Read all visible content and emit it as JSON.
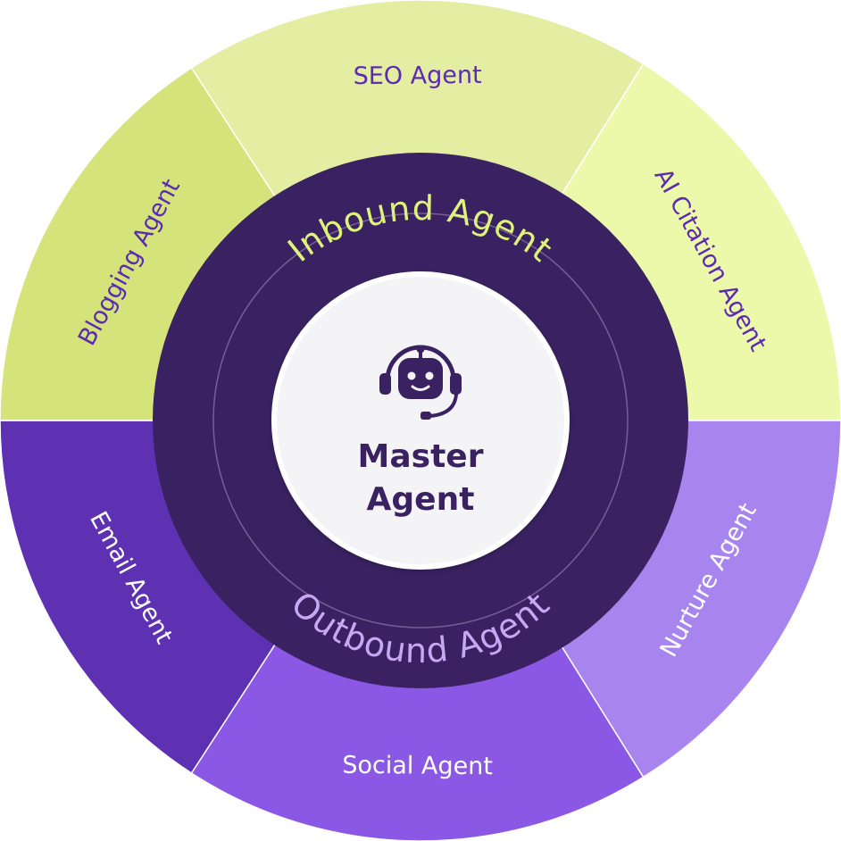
{
  "diagram": {
    "outer_segments": [
      {
        "label": "SEO Agent",
        "color": "#e3eea3",
        "text_color": "#5b2bb0"
      },
      {
        "label": "AI Citation Agent",
        "color": "#ecf8aa",
        "text_color": "#5b2bb0"
      },
      {
        "label": "Nurture Agent",
        "color": "#a884ee",
        "text_color": "#ffffff"
      },
      {
        "label": "Social Agent",
        "color": "#8a58e4",
        "text_color": "#ffffff"
      },
      {
        "label": "Email Agent",
        "color": "#5e31b3",
        "text_color": "#ffffff"
      },
      {
        "label": "Blogging Agent",
        "color": "#d4e37a",
        "text_color": "#5b2bb0"
      }
    ],
    "inner_ring": {
      "color": "#3a2262",
      "top_label": "Inbound Agent",
      "top_label_color": "#dff27a",
      "bottom_label": "Outbound Agent",
      "bottom_label_color": "#c7a8f5"
    },
    "center": {
      "line1": "Master",
      "line2": "Agent",
      "text_color": "#3a2262",
      "fill": "#f4f3f6",
      "icon": "robot-headset-icon",
      "icon_color": "#3a2262"
    }
  }
}
